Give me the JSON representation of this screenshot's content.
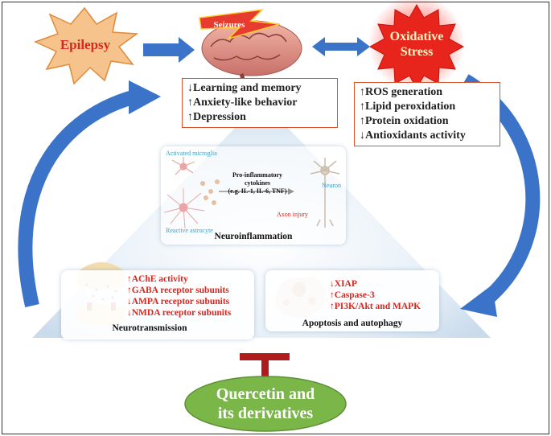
{
  "epilepsy": {
    "label": "Epilepsy"
  },
  "seizures": {
    "label": "Seizures"
  },
  "oxidative": {
    "label_line1": "Oxidative",
    "label_line2": "Stress"
  },
  "brain_effects": [
    "↓Learning and memory",
    "↑Anxiety-like behavior",
    "↑Depression"
  ],
  "oxidative_effects": [
    "↑ROS generation",
    "↑Lipid peroxidation",
    "↑Protein oxidation",
    "↓Antioxidants activity"
  ],
  "neuroinflammation": {
    "activated_microglia": "Activated microglia",
    "reactive_astrocyte": "Reactive astrocyte",
    "cytokines_line1": "Pro-inflammatory cytokines",
    "cytokines_line2": "(e.g. IL-1, IL-6, TNF)",
    "neuron": "Neuron",
    "axon_injury": "Axon injury",
    "caption": "Neuroinflammation"
  },
  "neurotransmission": {
    "items": [
      "↑AChE activity",
      "↑GABA receptor subunits",
      "↓AMPA  receptor subunits",
      "↓NMDA receptor subunits"
    ],
    "caption": "Neurotransmission"
  },
  "apoptosis": {
    "items": [
      "↓XIAP",
      "↑Caspase-3",
      "↑PI3K/Akt and MAPK"
    ],
    "caption": "Apoptosis and autophagy"
  },
  "quercetin": {
    "line1": "Quercetin and",
    "line2": "its derivatives"
  },
  "colors": {
    "accent_red": "#e2231a",
    "arrow_blue": "#3a73c8",
    "ellipse_green": "#7ab648",
    "inhibit_red": "#b01c1c",
    "box_border": "#d9532c"
  }
}
